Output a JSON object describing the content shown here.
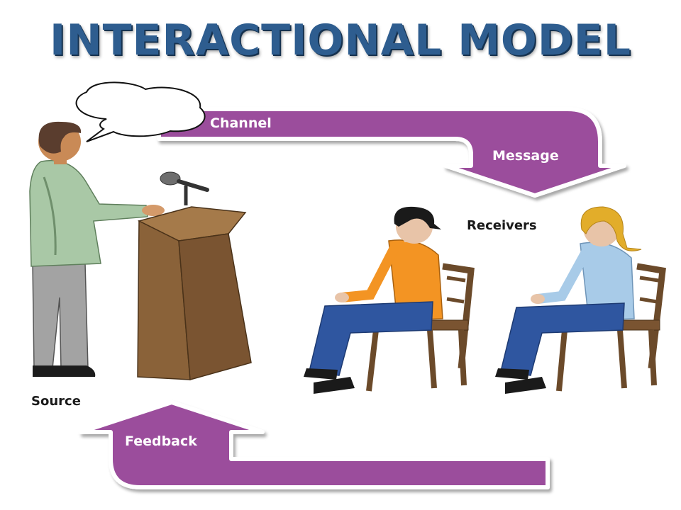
{
  "title": "INTERACTIONAL MODEL",
  "labels": {
    "channel": "Channel",
    "message": "Message",
    "receivers": "Receivers",
    "source": "Source",
    "feedback": "Feedback"
  },
  "colors": {
    "title": "#2e5d8f",
    "arrow": "#9b4d9c",
    "label_text": "#ffffff",
    "dark_text": "#1a1a1a",
    "podium": "#8a6239",
    "chair": "#6b4a2a"
  },
  "icons": [
    "speech-bubble-icon",
    "microphone-icon",
    "podium-icon",
    "speaker-person-icon",
    "receiver-person-icon"
  ]
}
